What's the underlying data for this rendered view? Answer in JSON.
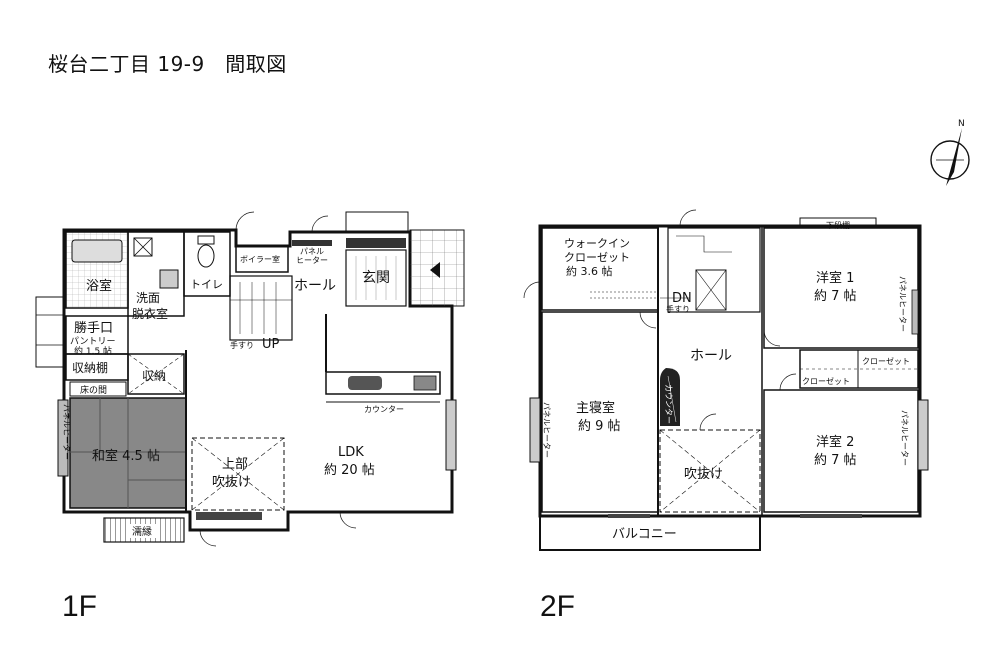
{
  "title": "桜台二丁目 19-9　間取図",
  "floors": {
    "f1_label": "1F",
    "f2_label": "2F"
  },
  "compass": {
    "north": "N"
  },
  "rooms_1f": {
    "bath": "浴室",
    "washroom_1": "洗面",
    "washroom_2": "脱衣室",
    "toilet": "トイレ",
    "boiler": "ボイラー室",
    "panel_heater_1": "パネル",
    "panel_heater_2": "ヒーター",
    "hall": "ホール",
    "entrance": "玄関",
    "back_door": "勝手口",
    "pantry_1": "パントリー",
    "pantry_2": "約 1.5 帖",
    "storage_shelf": "収納棚",
    "storage": "収納",
    "alcove": "床の間",
    "tatami_heater": "パネルヒーター",
    "tatami_room": "和室 4.5 帖",
    "handrail": "手すり",
    "up": "UP",
    "counter": "カウンター",
    "ldk_1": "LDK",
    "ldk_2": "約 20 帖",
    "void_1": "上部",
    "void_2": "吹抜け",
    "veranda": "濡縁"
  },
  "rooms_2f": {
    "walkin_1": "ウォークイン",
    "walkin_2": "クローゼット",
    "walkin_3": "約 3.6 帖",
    "dn": "DN",
    "handrail": "手すり",
    "upper_shelf": "下段棚",
    "west1_1": "洋室 1",
    "west1_2": "約 7 帖",
    "west1_heater": "パネルヒーター",
    "hall": "ホール",
    "closet_a": "クローゼット",
    "closet_b": "クローゼット",
    "counter": "カウンター",
    "master_1": "主寝室",
    "master_2": "約 9 帖",
    "master_heater": "パネルヒーター",
    "west2_1": "洋室 2",
    "west2_2": "約 7 帖",
    "west2_heater": "パネルヒーター",
    "void": "吹抜け",
    "balcony": "バルコニー"
  }
}
